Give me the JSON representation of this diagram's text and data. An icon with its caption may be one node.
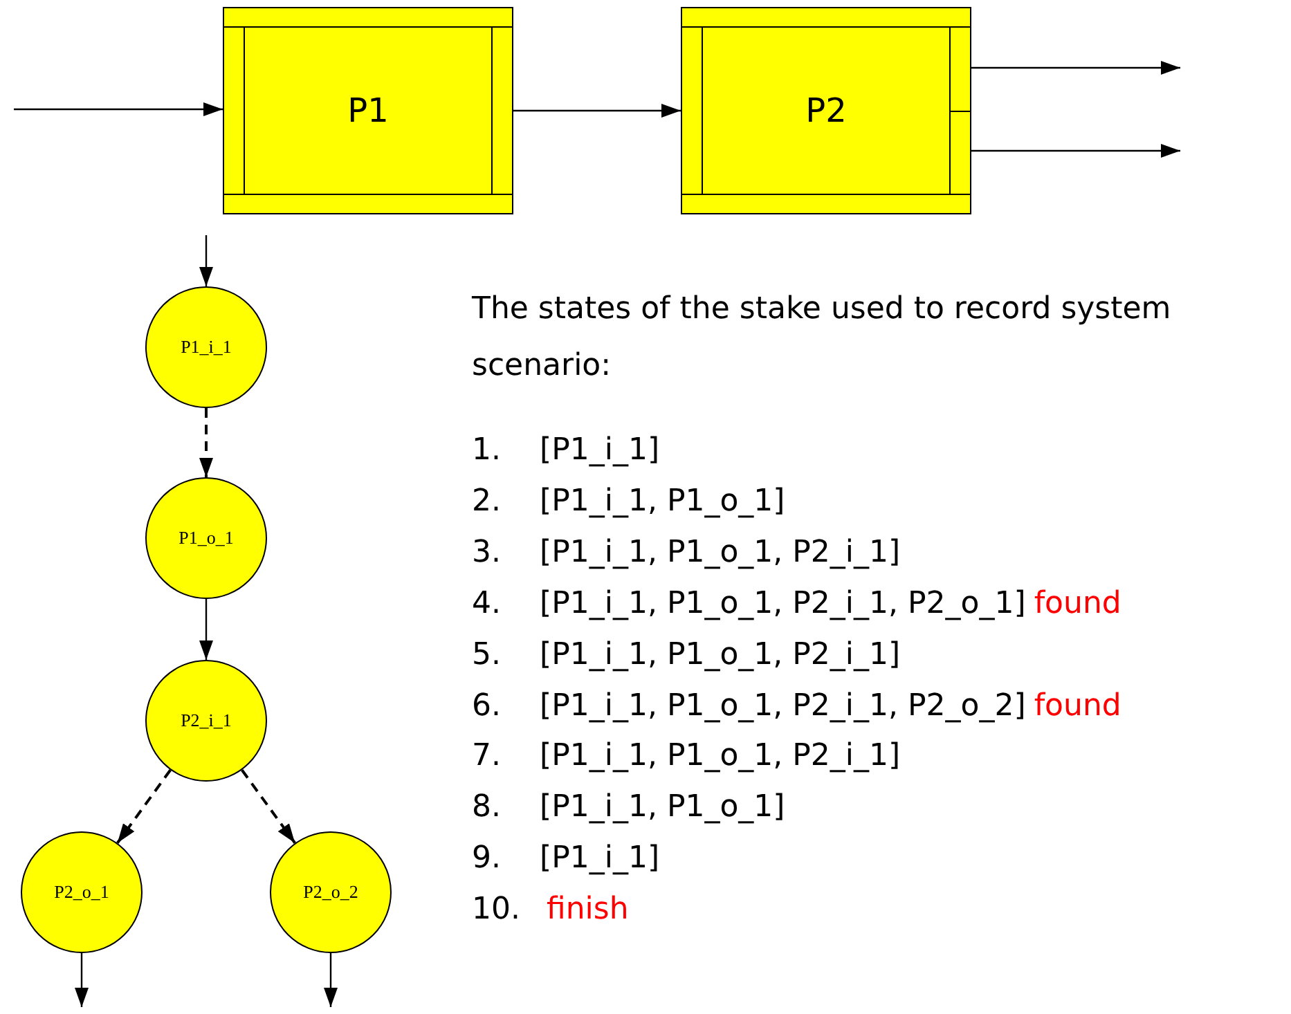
{
  "diagram": {
    "nodes": [
      {
        "text": [
          "P1"
        ]
      },
      {
        "text": [
          "P2"
        ]
      },
      {
        "text": [
          "P1_i_1"
        ]
      },
      {
        "text": [
          "P1_o_1"
        ]
      },
      {
        "text": [
          "P2_i_1"
        ]
      },
      {
        "text": [
          "P2_o_1"
        ]
      },
      {
        "text": [
          "P2_o_2"
        ]
      }
    ],
    "edges": [
      {
        "from": null,
        "to": 0,
        "arrow": "to"
      },
      {
        "from": 0,
        "to": 1,
        "arrow": "to"
      },
      {
        "from": 1,
        "to": null,
        "arrow": "to"
      },
      {
        "from": 1,
        "to": null,
        "arrow": "to"
      },
      {
        "from": null,
        "to": 2,
        "arrow": "to"
      },
      {
        "from": 2,
        "to": 3,
        "arrow": "to",
        "style": "dashed"
      },
      {
        "from": 3,
        "to": 4,
        "arrow": "to"
      },
      {
        "from": 4,
        "to": 5,
        "arrow": "to",
        "style": "dashed"
      },
      {
        "from": 4,
        "to": 6,
        "arrow": "to",
        "style": "dashed"
      },
      {
        "from": 5,
        "to": null,
        "arrow": "to"
      },
      {
        "from": 6,
        "to": null,
        "arrow": "to"
      }
    ],
    "labels": [
      "The states of the stake used to record system scenario:",
      "1.",
      "[P1_i_1]",
      "2.",
      "[P1_i_1, P1_o_1]",
      "3.",
      "[P1_i_1, P1_o_1, P2_i_1]",
      "4.",
      "[P1_i_1, P1_o_1, P2_i_1, P2_o_1]",
      "found",
      "5.",
      "[P1_i_1, P1_o_1, P2_i_1]",
      "6.",
      "[P1_i_1, P1_o_1, P2_i_1, P2_o_2]",
      "found",
      "7.",
      "[P1_i_1, P1_o_1, P2_i_1]",
      "8.",
      "[P1_i_1, P1_o_1]",
      "9.",
      "[P1_i_1]",
      "10.",
      "finish"
    ]
  }
}
